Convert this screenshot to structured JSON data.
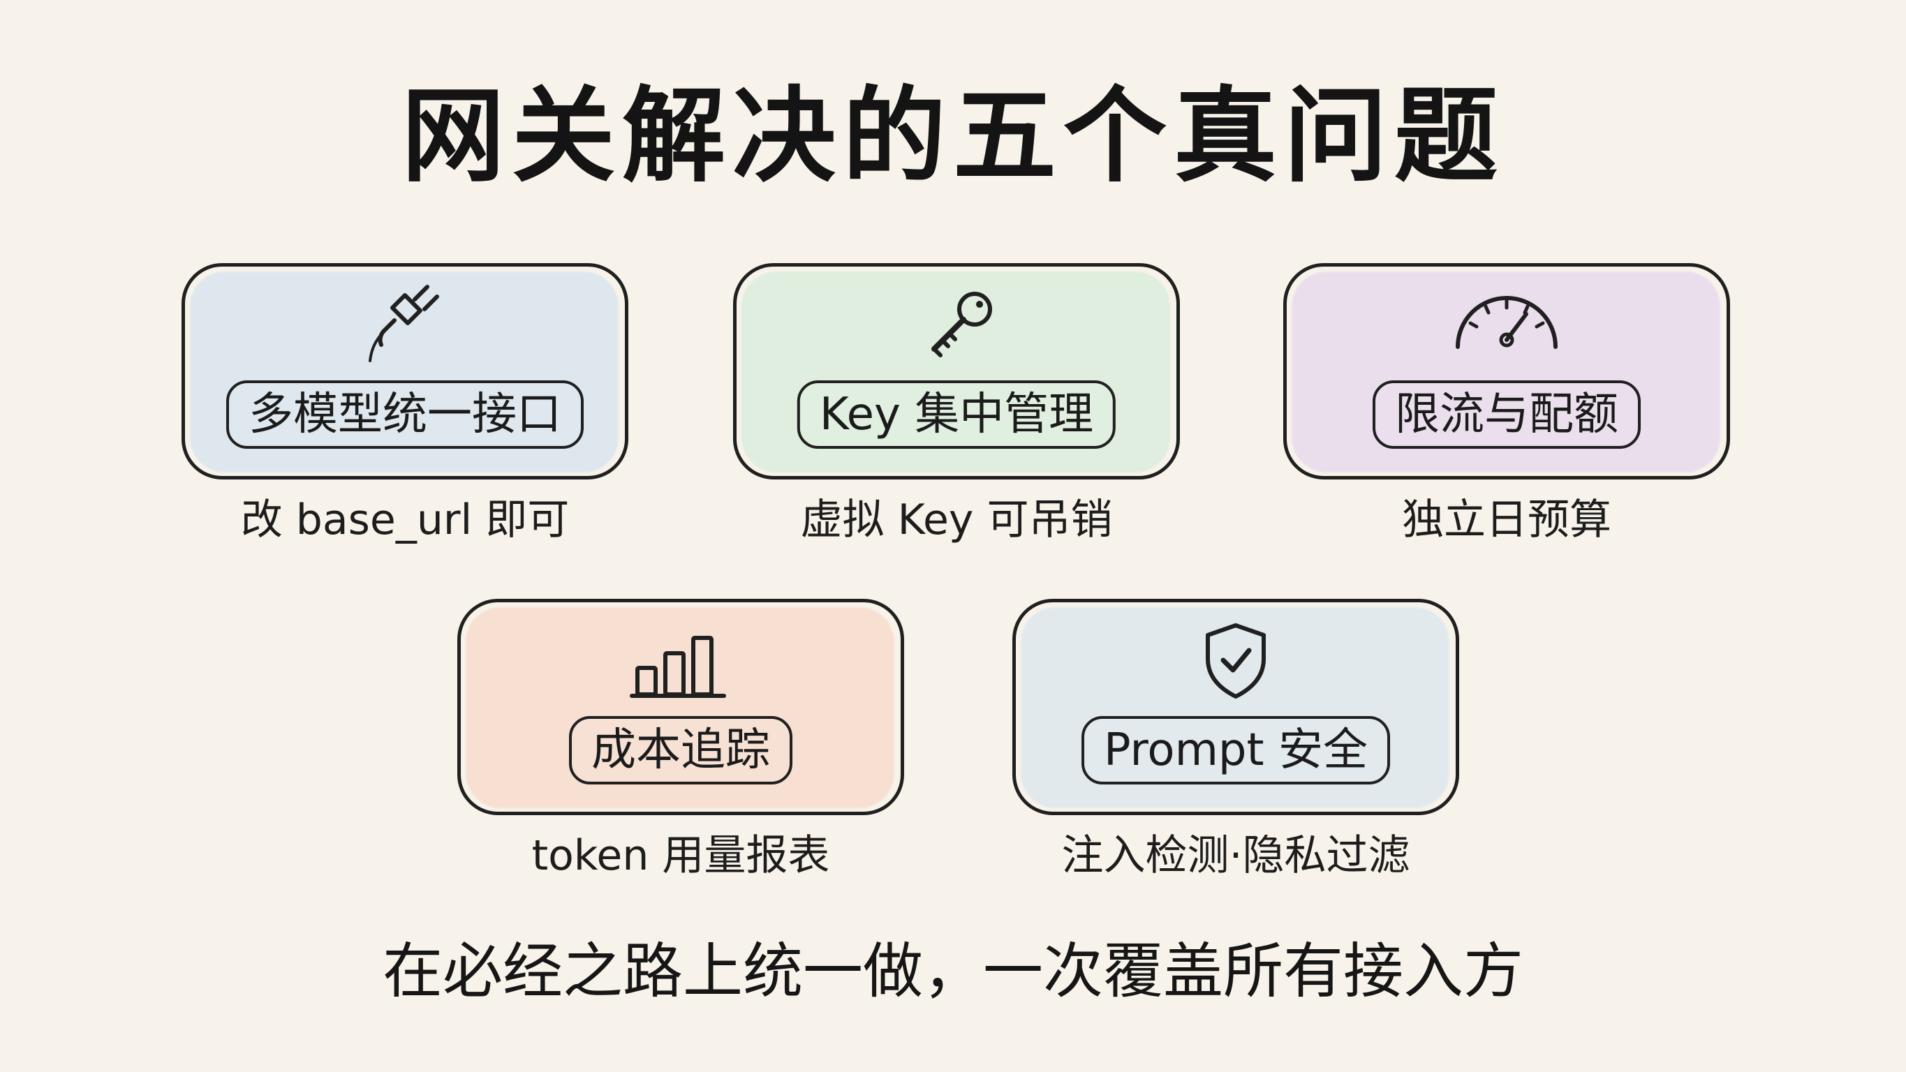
{
  "title": "网关解决的五个真问题",
  "cards": [
    {
      "icon": "plug-icon",
      "chip": "多模型统一接口",
      "caption": "改 base_url 即可",
      "fill": "#bcd8f2"
    },
    {
      "icon": "key-icon",
      "chip": "Key 集中管理",
      "caption": "虚拟 Key 可吊销",
      "fill": "#bfe8cf"
    },
    {
      "icon": "gauge-icon",
      "chip": "限流与配额",
      "caption": "独立日预算",
      "fill": "#d8c3f2"
    },
    {
      "icon": "bar-chart-icon",
      "chip": "成本追踪",
      "caption": "token 用量报表",
      "fill": "#f7c5b2"
    },
    {
      "icon": "shield-check-icon",
      "chip": "Prompt 安全",
      "caption": "注入检测·隐私过滤",
      "fill": "#c3ddf3"
    }
  ],
  "footer": "在必经之路上统一做，一次覆盖所有接入方"
}
